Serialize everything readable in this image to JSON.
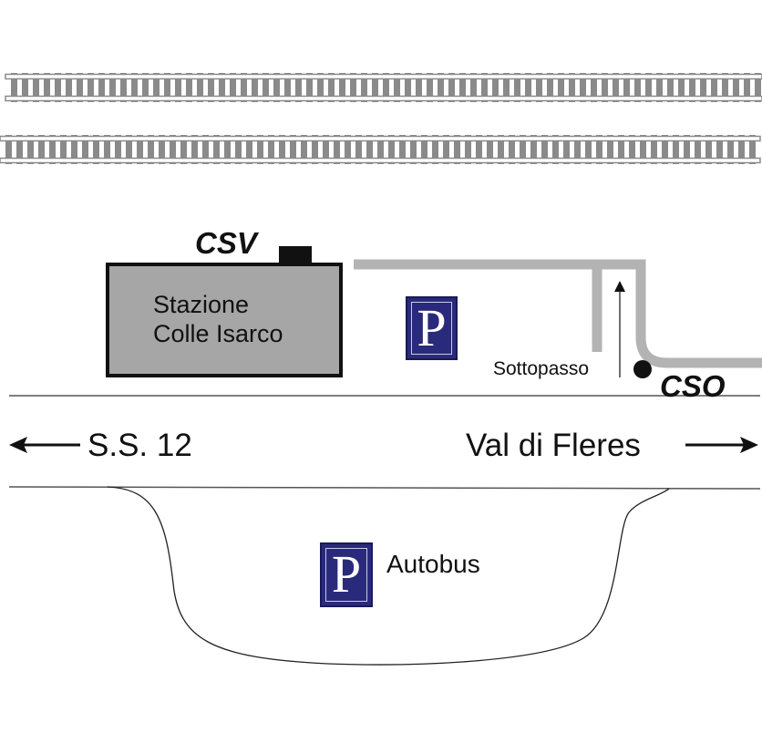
{
  "station": {
    "line1": "Stazione",
    "line2": "Colle Isarco"
  },
  "labels": {
    "csv": "CSV",
    "cso": "CSO",
    "underpass": "Sottopasso",
    "road_west": "S.S. 12",
    "road_east": "Val di Fleres",
    "bus": "Autobus"
  },
  "parking": {
    "letter": "P"
  },
  "icons": {
    "tracks": "railway-track-icon",
    "arrow_left": "arrow-left-icon",
    "arrow_right": "arrow-right-icon",
    "underpass_dot": "circle-dot-icon",
    "parking": "parking-sign-icon"
  },
  "colors": {
    "track_gray": "#8a8a8a",
    "path_gray": "#b3b3b3",
    "building_gray": "#a6a6a6",
    "parking_blue": "#2a2a7c"
  }
}
